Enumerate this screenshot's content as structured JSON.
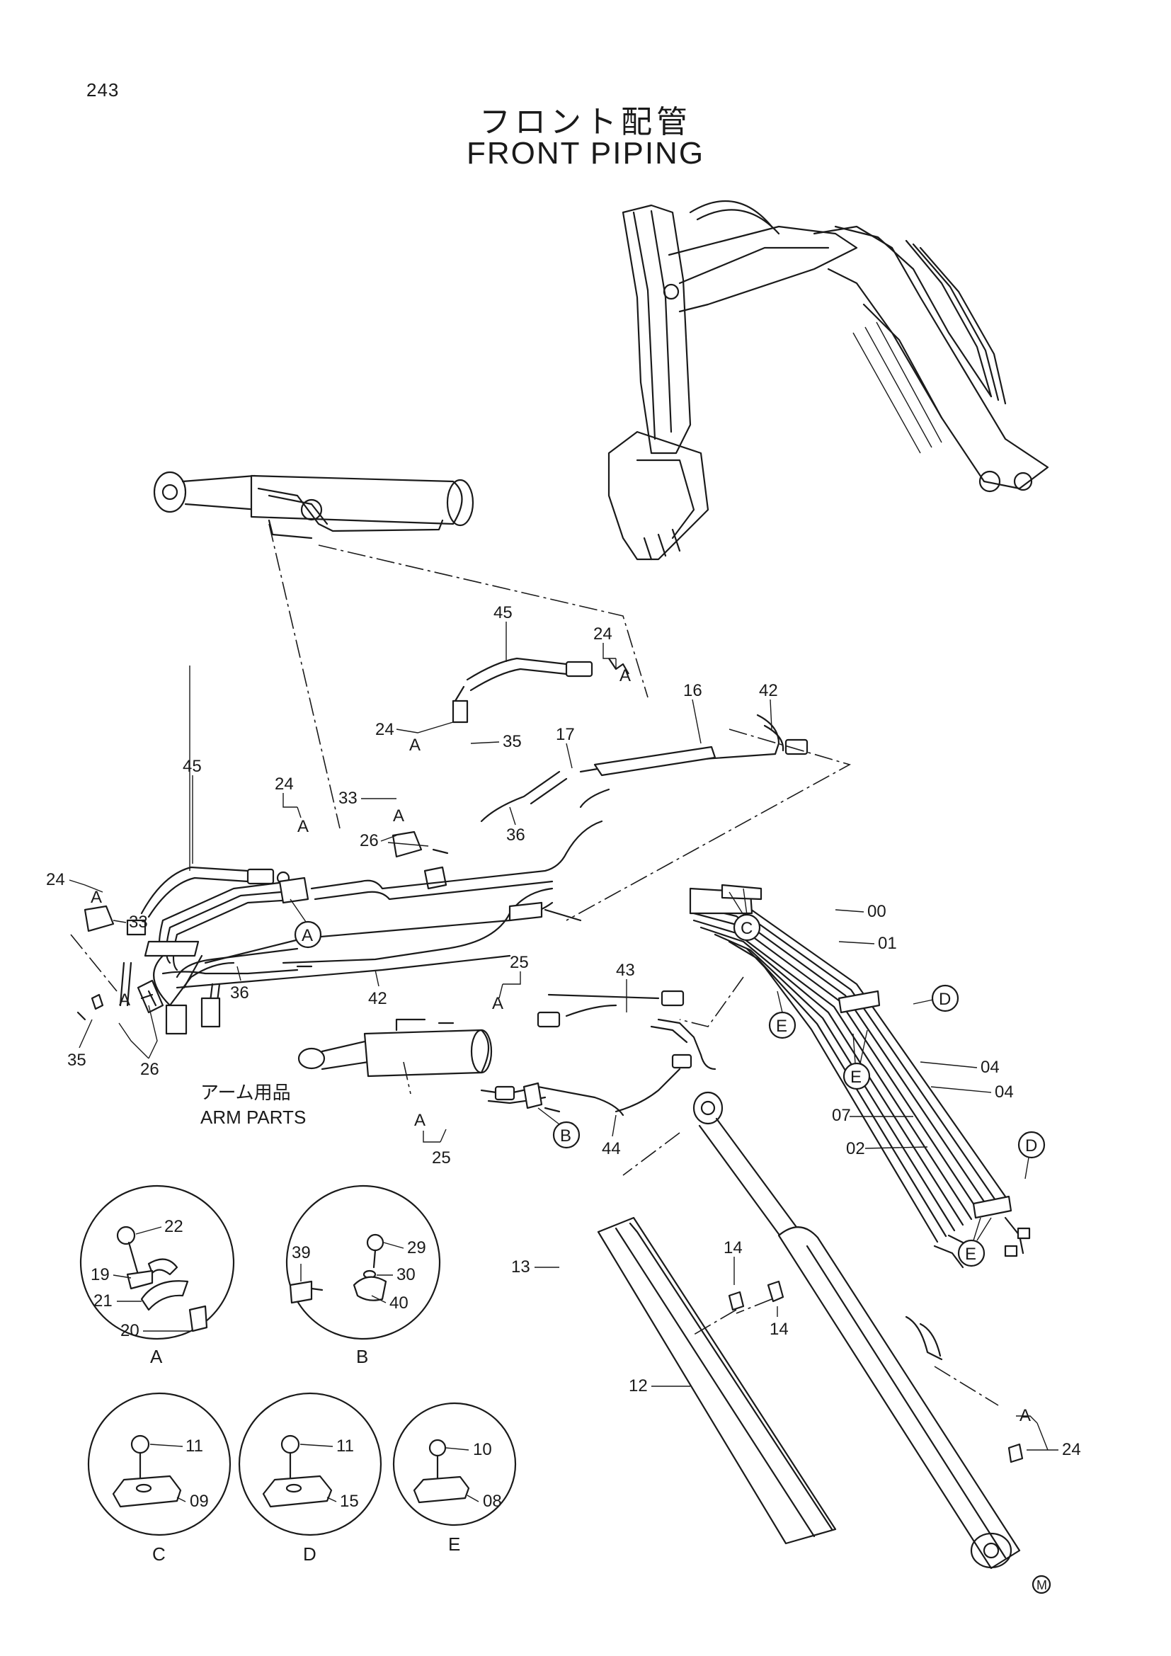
{
  "page_number": "243",
  "title": {
    "japanese": "フロント配管",
    "english": "FRONT PIPING"
  },
  "callouts": [
    {
      "label": "45"
    },
    {
      "label": "24"
    },
    {
      "label": "A"
    },
    {
      "label": "24"
    },
    {
      "label": "A"
    },
    {
      "label": "35"
    },
    {
      "label": "16"
    },
    {
      "label": "42"
    },
    {
      "label": "17"
    },
    {
      "label": "33"
    },
    {
      "label": "A"
    },
    {
      "label": "26"
    },
    {
      "label": "36"
    },
    {
      "label": "45"
    },
    {
      "label": "24"
    },
    {
      "label": "A"
    },
    {
      "label": "24"
    },
    {
      "label": "A"
    },
    {
      "label": "33"
    },
    {
      "label": "A"
    },
    {
      "label": "26"
    },
    {
      "label": "35"
    },
    {
      "label": "36"
    },
    {
      "label": "42"
    },
    {
      "label": "00"
    },
    {
      "label": "01"
    },
    {
      "label": "25"
    },
    {
      "label": "A"
    },
    {
      "label": "43"
    },
    {
      "label": "04"
    },
    {
      "label": "04"
    },
    {
      "label": "07"
    },
    {
      "label": "02"
    },
    {
      "label": "A"
    },
    {
      "label": "25"
    },
    {
      "label": "44"
    },
    {
      "label": "13"
    },
    {
      "label": "14"
    },
    {
      "label": "14"
    },
    {
      "label": "12"
    },
    {
      "label": "A"
    },
    {
      "label": "24"
    }
  ],
  "circle_markers": [
    {
      "label": "A"
    },
    {
      "label": "C"
    },
    {
      "label": "D"
    },
    {
      "label": "E"
    },
    {
      "label": "E"
    },
    {
      "label": "B"
    },
    {
      "label": "D"
    },
    {
      "label": "E"
    }
  ],
  "arm_parts_note": {
    "japanese": "アーム用品",
    "english": "ARM PARTS"
  },
  "details": [
    {
      "id": "A",
      "parts": [
        "22",
        "19",
        "21",
        "20"
      ]
    },
    {
      "id": "B",
      "parts": [
        "39",
        "29",
        "30",
        "40"
      ]
    },
    {
      "id": "C",
      "parts": [
        "11",
        "09"
      ]
    },
    {
      "id": "D",
      "parts": [
        "11",
        "15"
      ]
    },
    {
      "id": "E",
      "parts": [
        "10",
        "08"
      ]
    }
  ],
  "corner_mark": "M"
}
